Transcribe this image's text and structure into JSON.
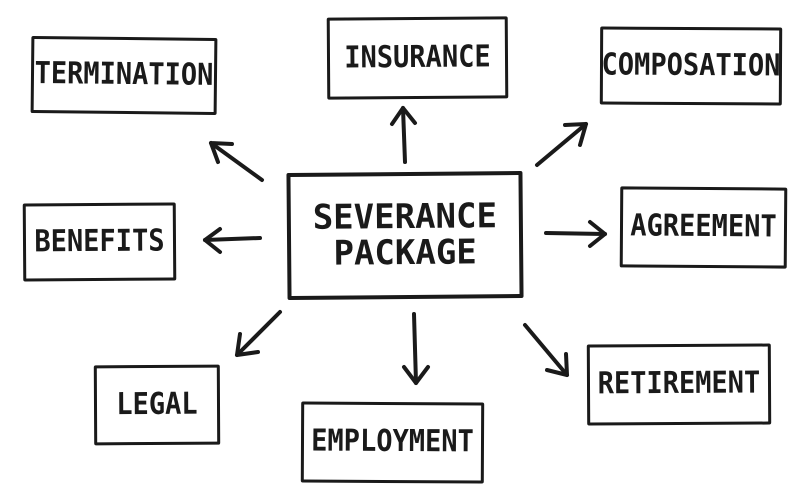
{
  "diagram": {
    "center": {
      "line1": "SEVERANCE",
      "line2": "PACKAGE"
    },
    "nodes": {
      "termination": "TERMINATION",
      "insurance": "INSURANCE",
      "composation": "COMPOSATION",
      "benefits": "BENEFITS",
      "agreement": "AGREEMENT",
      "legal": "LEGAL",
      "employment": "EMPLOYMENT",
      "retirement": "RETIREMENT"
    },
    "stroke_color": "#1a1a1a",
    "background_color": "#ffffff"
  }
}
